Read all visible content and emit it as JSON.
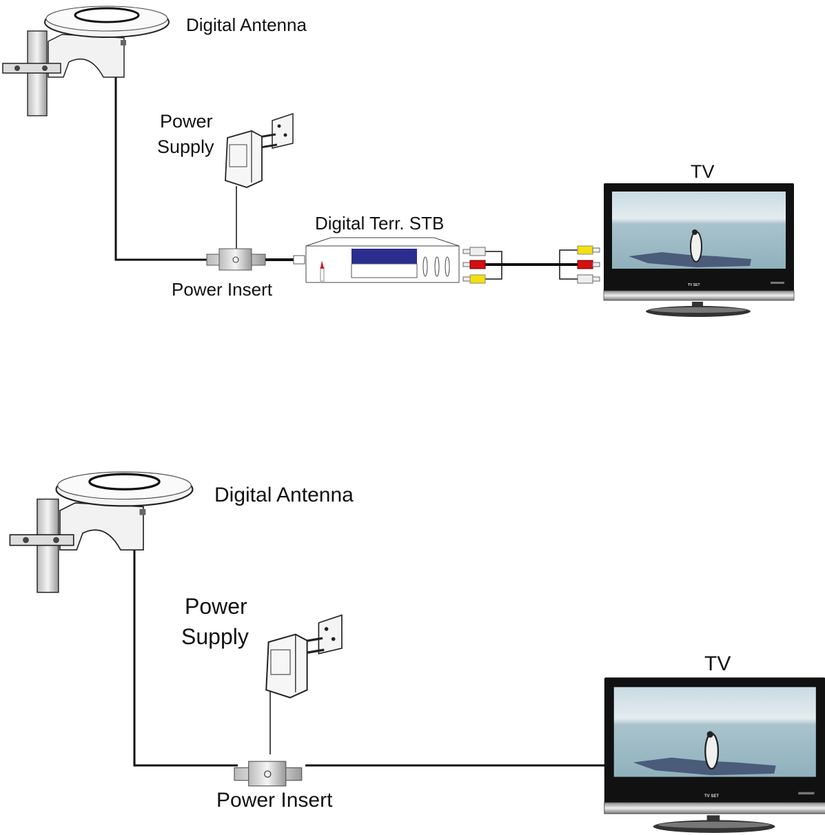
{
  "diagrams": [
    {
      "antenna_label": "Digital Antenna",
      "power_label_line1": "Power",
      "power_label_line2": "Supply",
      "insert_label": "Power Insert",
      "stb_label": "Digital Terr. STB",
      "tv_label": "TV",
      "tv_brand": "TV SET"
    },
    {
      "antenna_label": "Digital Antenna",
      "power_label_line1": "Power",
      "power_label_line2": "Supply",
      "insert_label": "Power Insert",
      "tv_label": "TV",
      "tv_brand": "TV SET"
    }
  ],
  "colors": {
    "cable": "#111111",
    "stb_display": "#2a2f8f",
    "rca_white": "#eeeeee",
    "rca_red": "#d41010",
    "rca_yellow": "#f2e010"
  }
}
